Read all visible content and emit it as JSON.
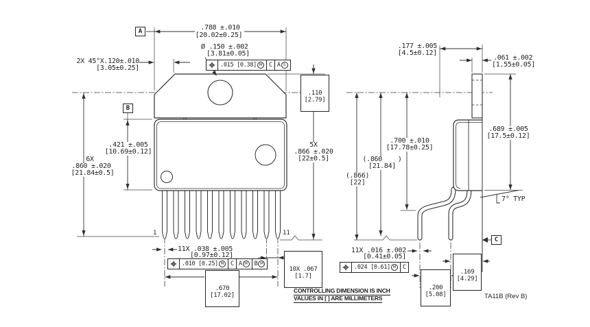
{
  "colors": {
    "line": "#2f2f2f",
    "background": "#ffffff"
  },
  "front_view": {
    "datum_a": "A",
    "datum_b": "B",
    "pin_first_label": "1",
    "pin_last_label": "11",
    "overall_width": {
      "inch": ".788 ±.010",
      "mm": "[20.02±0.25]"
    },
    "corner_chamfer": {
      "inch": "2X 45°X.120±.010",
      "mm": "[3.05±0.25]"
    },
    "mounting_hole": {
      "inch": "Ø .150 ±.002",
      "mm": "[3.81±0.05]"
    },
    "hole_fcf": {
      "symbol": "position",
      "tolerance": ".015 [0.38]",
      "tolerance_modifier": "M",
      "datum_1": "C",
      "datum_2": "A",
      "datum_2_modifier": "S"
    },
    "hole_center_to_top": {
      "inch": ".110",
      "mm": "[2.79]"
    },
    "body_height": {
      "inch": ".421 ±.005",
      "mm": "[10.69±0.12]"
    },
    "lead_length_6x": {
      "qty": "6X",
      "inch": ".860 ±.020",
      "mm": "[21.84±0.5]"
    },
    "lead_length_5x": {
      "qty": "5X",
      "inch": ".866 ±.020",
      "mm": "[22±0.5]"
    },
    "lead_width": {
      "inch": "11X .038 ±.005",
      "mm": "[0.97±0.12]"
    },
    "lead_fcf": {
      "symbol": "position",
      "tolerance": ".010 [0.25]",
      "tolerance_modifier": "M",
      "datum_1": "C",
      "datum_2": "A",
      "datum_2_modifier": "M",
      "datum_3": "B",
      "datum_3_modifier": "M"
    },
    "lead_pitch": {
      "inch": "10X .067",
      "mm": "[1.7]"
    },
    "lead_span": {
      "inch": ".670",
      "mm": "[17.02]"
    }
  },
  "side_view": {
    "datum_c": "C",
    "overall_depth": {
      "inch": ".177 ±.005",
      "mm": "[4.5±0.12]"
    },
    "tab_thickness": {
      "inch": ".061 ±.002",
      "mm": "[1.55±0.05]"
    },
    "tab_height": {
      "inch": ".689 ±.005",
      "mm": "[17.5±0.12]"
    },
    "center_to_bend": {
      "inch": ".700 ±.010",
      "mm": "[17.78±0.25]"
    },
    "ref_length_860": {
      "inch": "(.860    )",
      "mm": "[21.84]"
    },
    "ref_length_866": {
      "inch": "(.866)",
      "mm": "[22]"
    },
    "lead_thickness": {
      "inch": "11X .016 ±.002",
      "mm": "[0.41±0.05]"
    },
    "lead_fcf": {
      "symbol": "position",
      "tolerance": ".024 [0.61]",
      "tolerance_modifier": "M",
      "datum_1": "C"
    },
    "lead_row_spacing": {
      "inch": ".200",
      "mm": "[5.08]"
    },
    "lead_to_back": {
      "inch": ".169",
      "mm": "[4.29]"
    },
    "lead_angle": "7° TYP"
  },
  "notes": {
    "line_1": "CONTROLLING DIMENSION IS INCH",
    "line_2": "VALUES IN [ ] ARE MILLIMETERS"
  },
  "title_block": {
    "drawing_id": "TA11B (Rev B)"
  }
}
